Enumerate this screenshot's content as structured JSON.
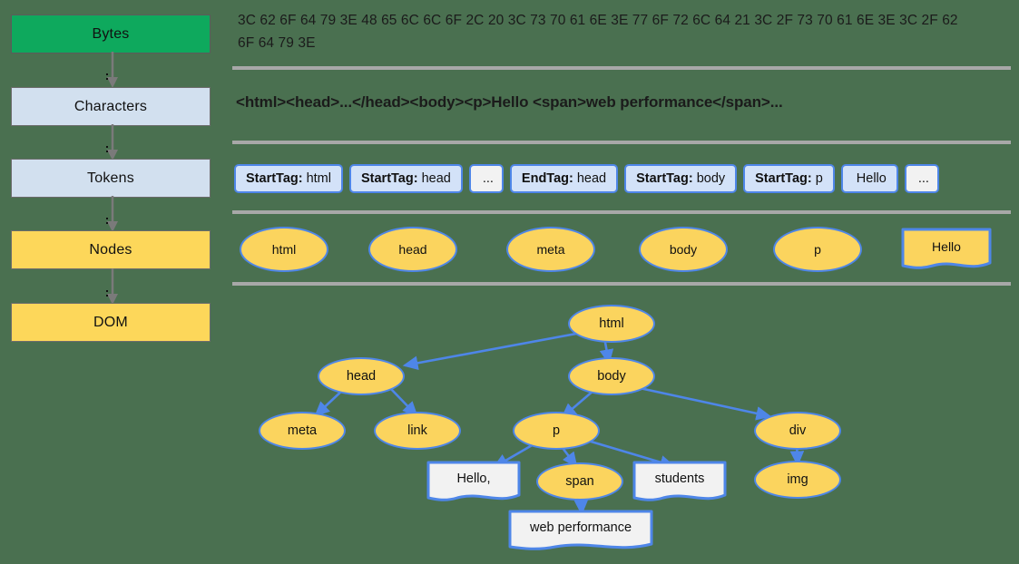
{
  "colors": {
    "background": "#4a7050",
    "stage_green": "#0ea95d",
    "stage_blue": "#d2e0ef",
    "stage_gold": "#fdd75a",
    "node_fill": "#fbd45e",
    "node_border": "#4e86e8",
    "text_fill": "#f2f2f2",
    "rule": "#a8a8a8",
    "arrow": "#4e86e8",
    "pipeline_arrow": "#7a7a7a"
  },
  "pipeline": {
    "stages": [
      {
        "label": "Bytes",
        "style": "green"
      },
      {
        "label": "Characters",
        "style": "blue"
      },
      {
        "label": "Tokens",
        "style": "blue"
      },
      {
        "label": "Nodes",
        "style": "gold"
      },
      {
        "label": "DOM",
        "style": "gold"
      }
    ]
  },
  "bytes_row": {
    "text": "3C 62 6F 64 79 3E 48 65 6C 6C 6F 2C 20 3C 73 70 61 6E 3E 77 6F 72 6C 64 21 3C 2F 73 70 61 6E 3E 3C 2F 62 6F 64 79 3E"
  },
  "characters_row": {
    "text": "<html><head>...</head><body><p>Hello <span>web performance</span>..."
  },
  "tokens_row": {
    "items": [
      {
        "key": "StartTag:",
        "value": "html",
        "style": "tag"
      },
      {
        "key": "StartTag:",
        "value": "head",
        "style": "tag"
      },
      {
        "key": "",
        "value": "...",
        "style": "plain"
      },
      {
        "key": "EndTag:",
        "value": "head",
        "style": "tag"
      },
      {
        "key": "StartTag:",
        "value": "body",
        "style": "tag"
      },
      {
        "key": "StartTag:",
        "value": "p",
        "style": "tag"
      },
      {
        "key": "",
        "value": "Hello",
        "style": "tag"
      },
      {
        "key": "",
        "value": "...",
        "style": "plain"
      }
    ]
  },
  "nodes_row": {
    "items": [
      {
        "label": "html",
        "shape": "ellipse"
      },
      {
        "label": "head",
        "shape": "ellipse"
      },
      {
        "label": "meta",
        "shape": "ellipse"
      },
      {
        "label": "body",
        "shape": "ellipse"
      },
      {
        "label": "p",
        "shape": "ellipse"
      },
      {
        "label": "Hello",
        "shape": "document"
      }
    ]
  },
  "dom_tree": {
    "nodes": [
      {
        "id": "html",
        "label": "html",
        "shape": "ellipse"
      },
      {
        "id": "head",
        "label": "head",
        "shape": "ellipse"
      },
      {
        "id": "body",
        "label": "body",
        "shape": "ellipse"
      },
      {
        "id": "meta",
        "label": "meta",
        "shape": "ellipse"
      },
      {
        "id": "link",
        "label": "link",
        "shape": "ellipse"
      },
      {
        "id": "p",
        "label": "p",
        "shape": "ellipse"
      },
      {
        "id": "div",
        "label": "div",
        "shape": "ellipse"
      },
      {
        "id": "hello",
        "label": "Hello,",
        "shape": "document"
      },
      {
        "id": "span",
        "label": "span",
        "shape": "ellipse"
      },
      {
        "id": "students",
        "label": "students",
        "shape": "document"
      },
      {
        "id": "img",
        "label": "img",
        "shape": "ellipse"
      },
      {
        "id": "webperf",
        "label": "web performance",
        "shape": "document"
      }
    ],
    "edges": [
      {
        "from": "html",
        "to": "head"
      },
      {
        "from": "html",
        "to": "body"
      },
      {
        "from": "head",
        "to": "meta"
      },
      {
        "from": "head",
        "to": "link"
      },
      {
        "from": "body",
        "to": "p"
      },
      {
        "from": "body",
        "to": "div"
      },
      {
        "from": "p",
        "to": "hello"
      },
      {
        "from": "p",
        "to": "span"
      },
      {
        "from": "p",
        "to": "students"
      },
      {
        "from": "div",
        "to": "img"
      },
      {
        "from": "span",
        "to": "webperf"
      }
    ]
  }
}
